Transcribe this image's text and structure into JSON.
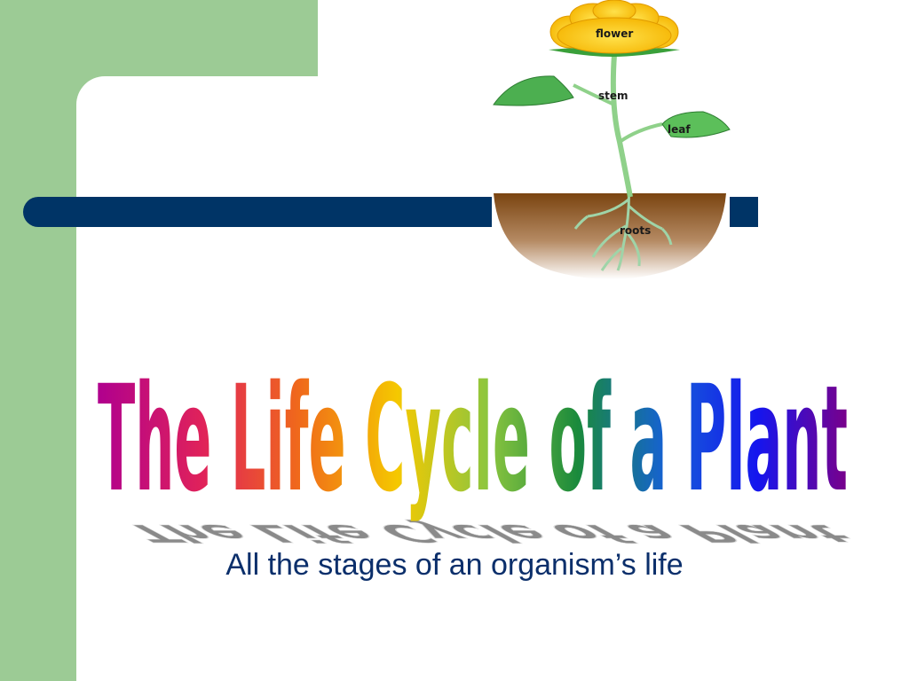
{
  "slide": {
    "title": "The Life Cycle of a Plant",
    "subtitle": "All the stages of an organism’s life"
  },
  "plant": {
    "labels": {
      "flower": "flower",
      "stem": "stem",
      "leaf": "leaf",
      "roots": "roots"
    }
  },
  "colors": {
    "sidebar_green": "#9ccb95",
    "navy": "#003466",
    "subtitle_blue": "#0b2f6b",
    "title_gradient": [
      "#b0008e",
      "#e0225a",
      "#f06a1a",
      "#f5c800",
      "#8cc63f",
      "#1a8a3c",
      "#1560d8",
      "#1515ee",
      "#7a008a"
    ],
    "shadow_gray": "#8a8a8a"
  }
}
